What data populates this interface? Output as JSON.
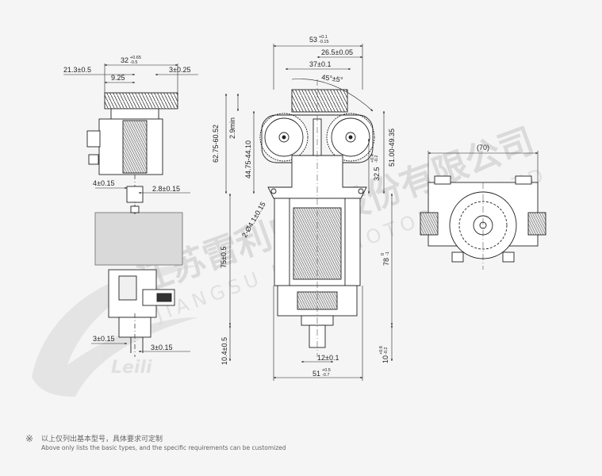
{
  "watermark": {
    "company_cn": "江苏雷利电机股份有限公司",
    "company_en": "JIANGSU LEILI MOTOR CO.,LTD",
    "logo_script": "Leili"
  },
  "left_view": {
    "dims": {
      "d1": "21.3±0.5",
      "d2_base": "32",
      "d2_tol_up": "+0.65",
      "d2_tol_dn": "-0.5",
      "d3": "9.25",
      "d4": "3±0.25",
      "d5": "4±0.15",
      "d6": "2.8±0.15",
      "d7": "3±0.15",
      "d8": "3±0.15"
    }
  },
  "front_view": {
    "dims": {
      "top_base": "53",
      "top_tol_up": "+0.1",
      "top_tol_dn": "-0.15",
      "d_26": "26.5±0.05",
      "d_37": "37±0.1",
      "angle": "45°±5°",
      "h_62": "62.75-60.52",
      "h_29": "2.9min",
      "h_44": "44.75-44.10",
      "r_51": "51.00-49.35",
      "r_325_base": "32.5",
      "r_325_up": "+0.4",
      "r_325_dn": "-0.2",
      "hole": "2-Ø4.1±0.15",
      "h_75": "75±0.5",
      "r_78_base": "78",
      "r_78_up": "0",
      "r_78_dn": "-1",
      "h_104": "10.4±0.5",
      "w_12": "12±0.1",
      "r_10_base": "10",
      "r_10_up": "+0.8",
      "r_10_dn": "-0.2",
      "w_51_base": "51",
      "w_51_up": "+0.5",
      "w_51_dn": "-0.7"
    }
  },
  "right_view": {
    "dims": {
      "w_70": "(70)"
    }
  },
  "footer": {
    "symbol": "※",
    "note_cn": "以上仅列出基本型号，具体要求可定制",
    "note_en": "Above only lists the basic types, and the specific requirements can be customized"
  }
}
